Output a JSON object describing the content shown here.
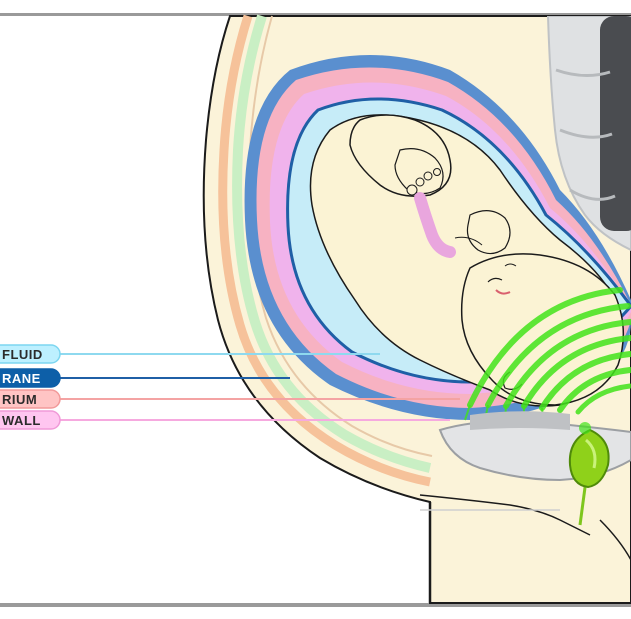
{
  "labels": [
    {
      "id": "fluid",
      "text": "FLUID",
      "pill_fill": "#bdf0ff",
      "pill_stroke": "#7dd6f0",
      "text_color": "#2b2b2b",
      "line_color": "#8ed9ef"
    },
    {
      "id": "membrane",
      "text": "RANE",
      "pill_fill": "#0d5fa8",
      "pill_stroke": "#0d5fa8",
      "text_color": "#ffffff",
      "line_color": "#1f5fa6"
    },
    {
      "id": "endometrium",
      "text": "RIUM",
      "pill_fill": "#ffc4c4",
      "pill_stroke": "#f29a9a",
      "text_color": "#2b2b2b",
      "line_color": "#f4a3a3"
    },
    {
      "id": "wall",
      "text": "WALL",
      "pill_fill": "#ffc6f0",
      "pill_stroke": "#f09ad8",
      "text_color": "#2b2b2b",
      "line_color": "#f6a9df"
    }
  ],
  "colors": {
    "skin_fill": "#fbf3d9",
    "fetus_fill": "#fbf3d4",
    "outline": "#1b1b1b",
    "abdomen_peach": "#f6c29a",
    "abdomen_green": "#c9efc4",
    "uterus_blue": "#5a8fcf",
    "uterus_pink": "#f7b2c2",
    "uterus_magenta": "#f0b3ec",
    "amniotic": "#c6ecf8",
    "ultrasound_green": "#42e31a",
    "spine_gray": "#d5d7d9",
    "frame_gray": "#9a9a9a"
  }
}
